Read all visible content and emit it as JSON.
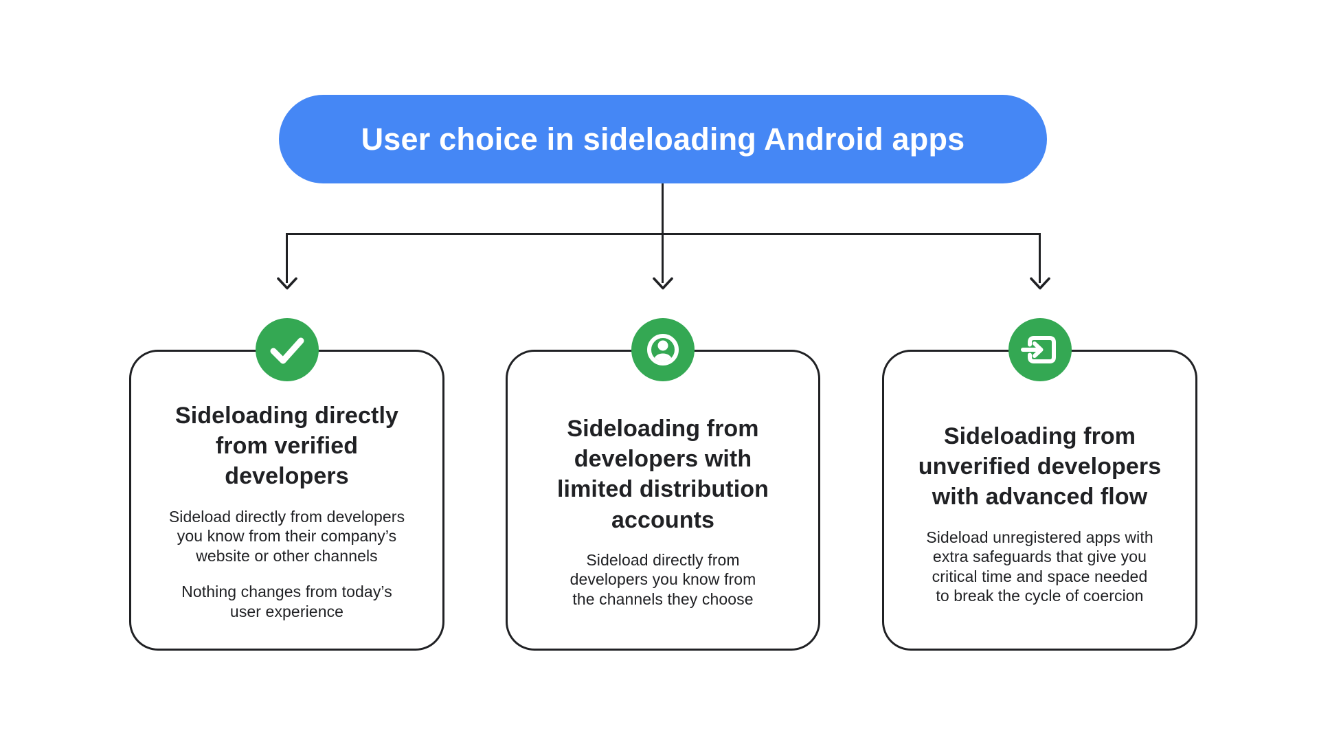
{
  "title": "User choice in sideloading Android apps",
  "colors": {
    "background": "#FFFFFF",
    "blue": "#4587F5",
    "green": "#34A853",
    "line": "#202124",
    "text": "#202124"
  },
  "cards": [
    {
      "icon": "check-icon",
      "heading": "Sideloading directly\nfrom verified\ndevelopers",
      "body": [
        "Sideload directly from developers\nyou know from their company’s\nwebsite or other channels",
        "Nothing changes from today’s\nuser experience"
      ]
    },
    {
      "icon": "person-icon",
      "heading": "Sideloading from\ndevelopers with\nlimited distribution\naccounts",
      "body": [
        "Sideload directly from\ndevelopers you know from\nthe channels they choose"
      ]
    },
    {
      "icon": "exit-to-app-icon",
      "heading": "Sideloading from\nunverified developers\nwith advanced flow",
      "body": [
        "Sideload unregistered apps with\nextra safeguards that give you\ncritical time and space needed\nto break the cycle of coercion"
      ]
    }
  ]
}
